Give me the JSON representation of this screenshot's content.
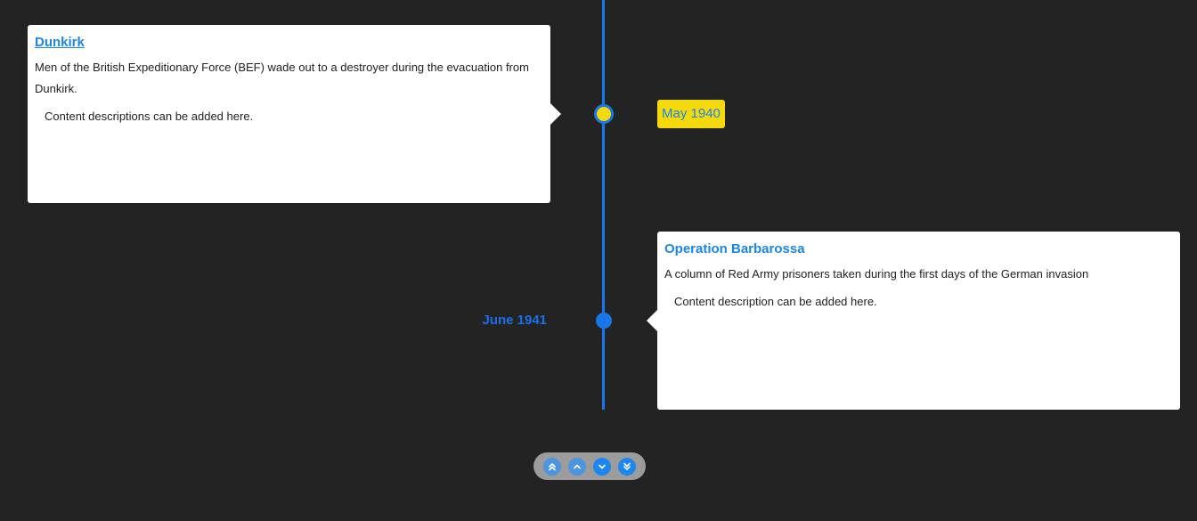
{
  "events": [
    {
      "title": "Dunkirk",
      "subtitle": "Men of the British Expeditionary Force (BEF) wade out to a destroyer during the evacuation from Dunkirk.",
      "description": "Content descriptions can be added here.",
      "date": "May 1940"
    },
    {
      "title": "Operation Barbarossa",
      "subtitle": "A column of Red Army prisoners taken during the first days of the German invasion",
      "description": "Content description can be added here.",
      "date": "June 1941"
    }
  ],
  "navigation": {
    "buttons": [
      {
        "icon": "double-chevron-up-icon"
      },
      {
        "icon": "chevron-up-icon"
      },
      {
        "icon": "chevron-down-icon"
      },
      {
        "icon": "double-chevron-down-icon"
      }
    ]
  },
  "colors": {
    "background": "#232323",
    "timeline": "#1877e8",
    "accent": "#1a87e6",
    "highlight": "#f5d90a",
    "nav_bar": "#9c9c9c"
  }
}
